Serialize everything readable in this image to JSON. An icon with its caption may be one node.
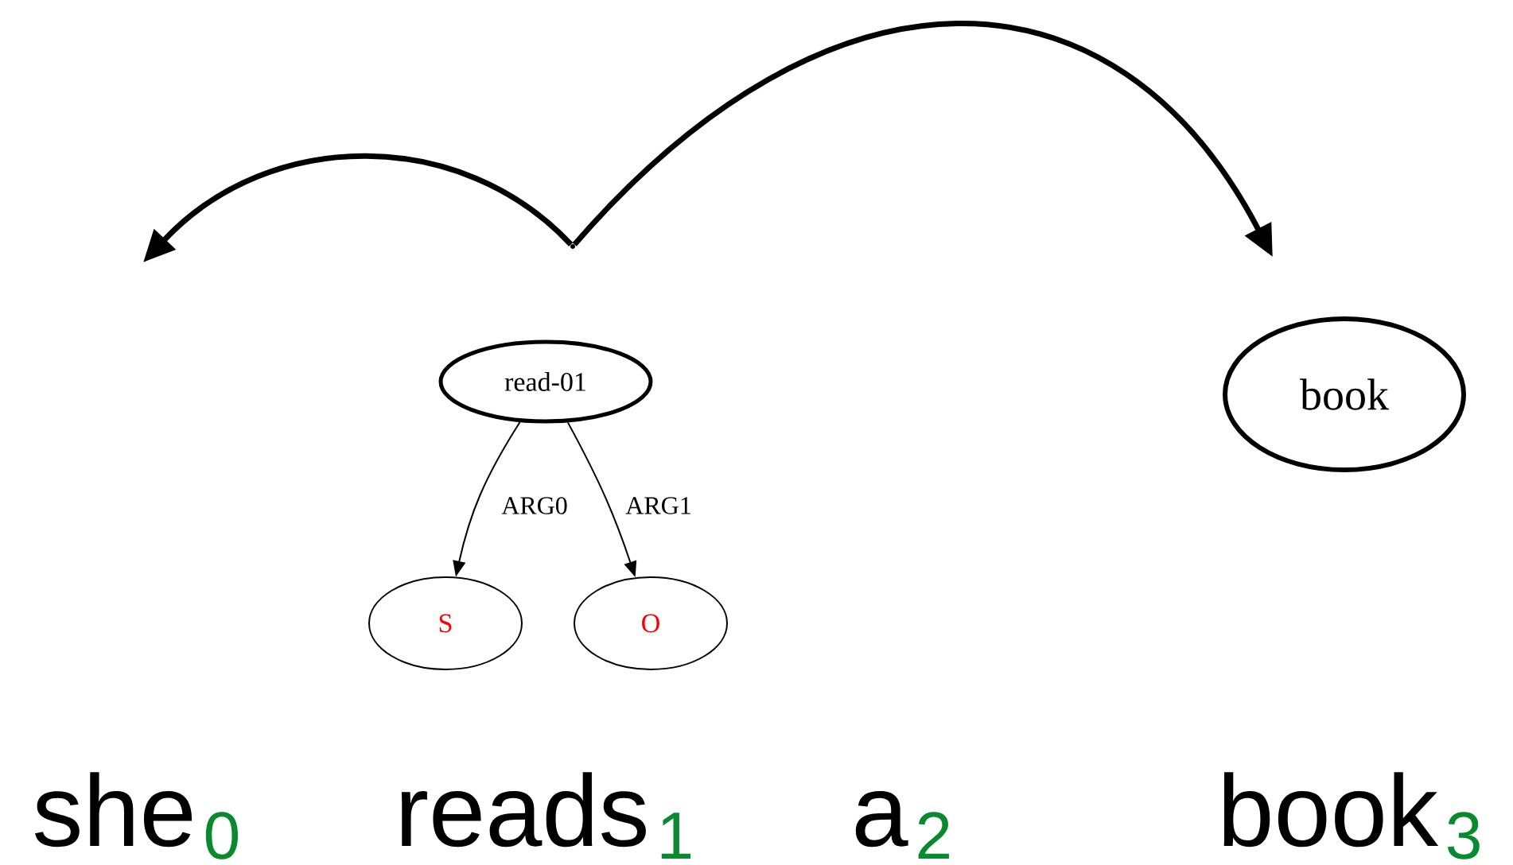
{
  "diagram": {
    "nodes": [
      {
        "text": [
          "read-01"
        ]
      },
      {
        "text": [
          "S"
        ]
      },
      {
        "text": [
          "O"
        ]
      },
      {
        "text": [
          "book"
        ]
      },
      {
        "text": [],
        "shape": "point"
      }
    ],
    "edges": [
      {
        "from": 0,
        "to": 1,
        "arrow": "to",
        "label": "ARG0"
      },
      {
        "from": 0,
        "to": 2,
        "arrow": "to",
        "label": "ARG1"
      },
      {
        "from": 4,
        "to": null,
        "arrow": "to",
        "style": "thick"
      },
      {
        "from": 4,
        "to": 3,
        "arrow": "to",
        "style": "thick"
      }
    ],
    "labels": [
      "she",
      "0",
      "reads",
      "1",
      "a",
      "2",
      "book",
      "3"
    ]
  }
}
